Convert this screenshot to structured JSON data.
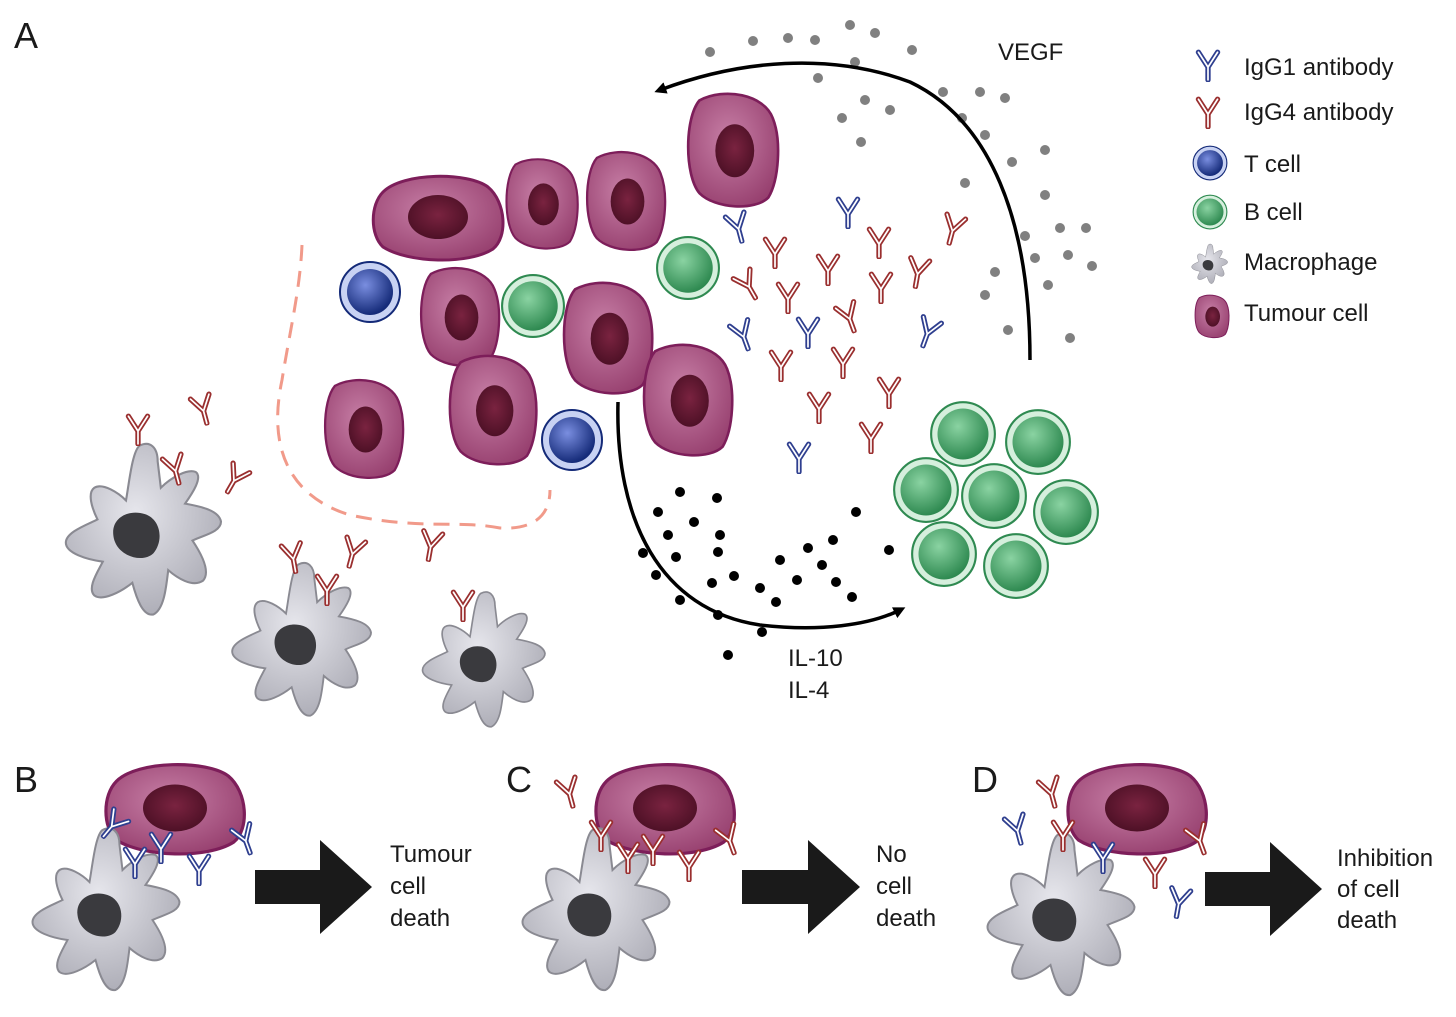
{
  "panels": {
    "a": "A",
    "b": "B",
    "c": "C",
    "d": "D"
  },
  "labels": {
    "vegf": "VEGF",
    "il10": "IL-10",
    "il4": "IL-4"
  },
  "legend": [
    {
      "icon": "igg1-antibody-icon",
      "label": "IgG1 antibody"
    },
    {
      "icon": "igg4-antibody-icon",
      "label": "IgG4 antibody"
    },
    {
      "icon": "t-cell-icon",
      "label": "T cell"
    },
    {
      "icon": "b-cell-icon",
      "label": "B cell"
    },
    {
      "icon": "macrophage-icon",
      "label": "Macrophage"
    },
    {
      "icon": "tumour-cell-icon",
      "label": "Tumour cell"
    }
  ],
  "outcomes": {
    "b": [
      "Tumour",
      "cell",
      "death"
    ],
    "c": [
      "No",
      "cell",
      "death"
    ],
    "d": [
      "Inhibition",
      "of cell",
      "death"
    ]
  },
  "colors": {
    "igg1": "#2f3f8f",
    "igg4": "#9a2f2f",
    "tumour_fill": "#a04a7a",
    "tumour_nucleus": "#5c1530",
    "t_cell": "#1f3f8a",
    "b_cell": "#3e9a5e",
    "macrophage": "#b9b9c1",
    "macrophage_nucleus": "#3a3a3e",
    "cytokine_dot": "#000000",
    "vegf_dot": "#808080",
    "boundary": "#f19a8a"
  }
}
